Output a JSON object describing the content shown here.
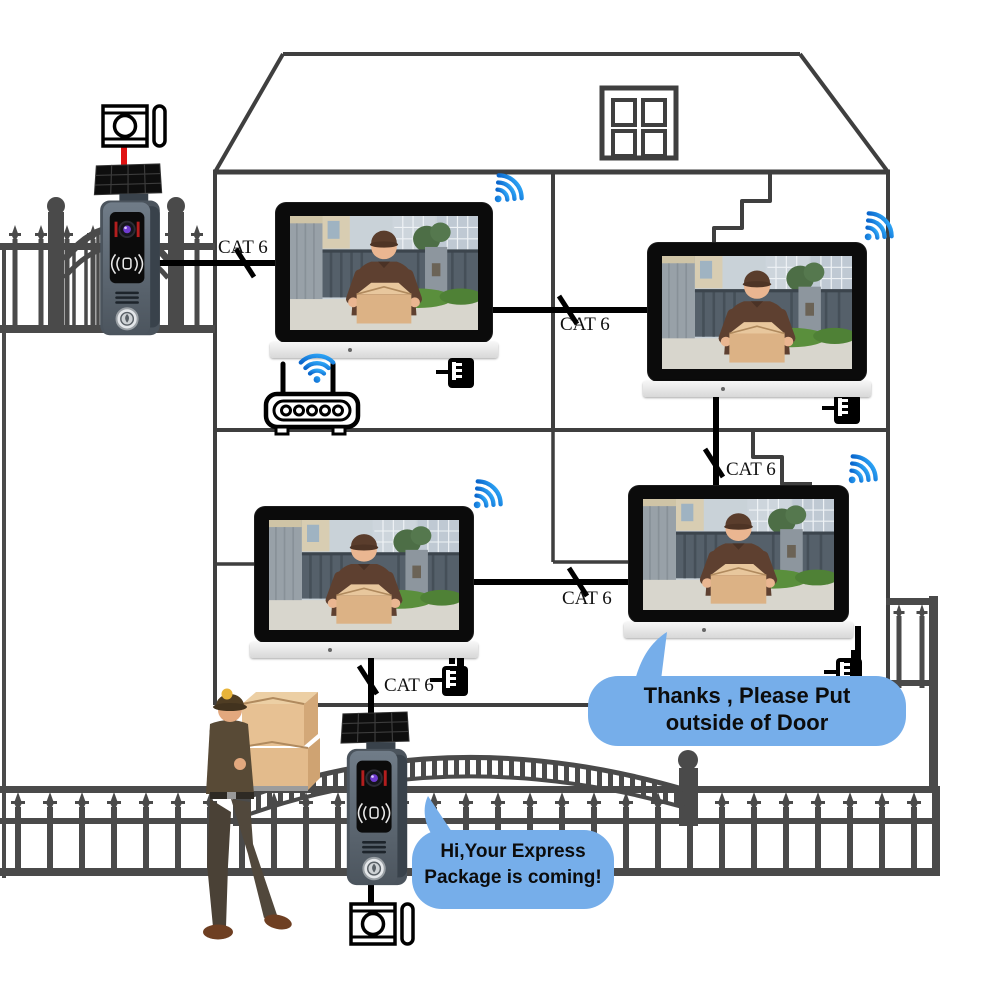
{
  "cable_labels": [
    {
      "id": "outdoor-station-1-to-monitor-1",
      "text": "CAT 6"
    },
    {
      "id": "monitor-1-to-monitor-2",
      "text": "CAT 6"
    },
    {
      "id": "monitor-2-to-monitor-4",
      "text": "CAT 6"
    },
    {
      "id": "monitor-3-to-monitor-4",
      "text": "CAT 6"
    },
    {
      "id": "monitor-3-to-outdoor-station-2",
      "text": "CAT 6"
    }
  ],
  "speech_bubbles": {
    "resident_reply": {
      "line1": "Thanks , Please Put",
      "line2": "outside of Door"
    },
    "courier_greeting": {
      "line1": "Hi,Your Express",
      "line2": "Package is coming!"
    }
  },
  "icons": {
    "wifi": "wifi-signal",
    "router": "wireless-router",
    "door_release": "electric-lock-release",
    "power_supply": "power-supply-unit",
    "solar_panel": "solar-panel",
    "doorbell": "video-doorbell-outdoor-station",
    "monitor": "indoor-video-monitor",
    "roof_window": "attic-window",
    "fence": "iron-fence",
    "gate": "iron-gate",
    "courier": "delivery-man-with-packages"
  },
  "colors": {
    "wifi_blue": "#1386ee",
    "bubble_blue": "#76aeea",
    "house_outline": "#3f3f3f",
    "fence_gray": "#4a4a4a",
    "wire_black": "#000000",
    "power_wire_red": "#e01212",
    "monitor_frame": "#0b0b0b",
    "monitor_base_silver": "#e3e3e3"
  }
}
